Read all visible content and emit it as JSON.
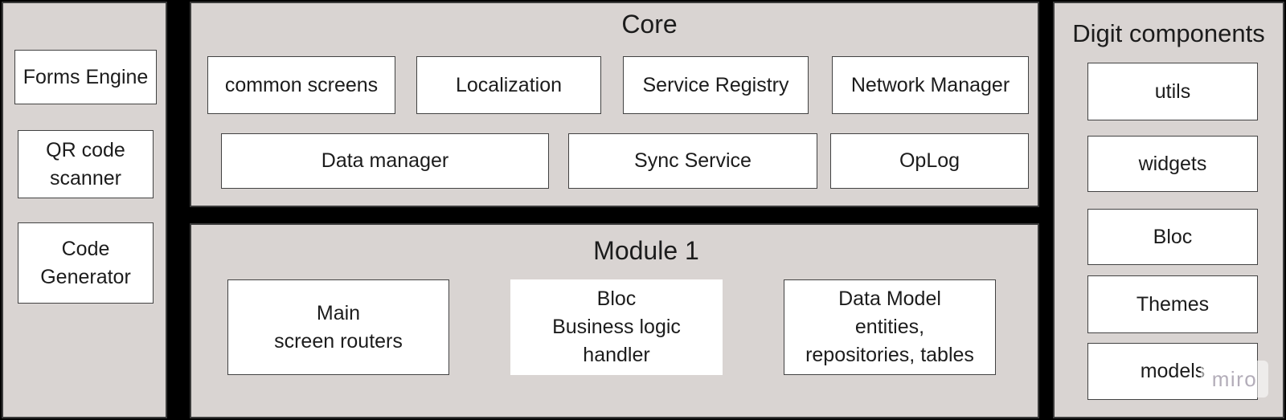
{
  "colors": {
    "canvas_bg": "#000000",
    "panel_bg": "#d9d4d2",
    "box_bg": "#ffffff",
    "box_border": "#424242",
    "panel_border": "#3a3a3a",
    "text": "#1c1c1c",
    "watermark_text": "#b3adb9"
  },
  "left_panel": {
    "items": [
      {
        "label": [
          "Forms Engine"
        ]
      },
      {
        "label": [
          "QR code",
          "scanner"
        ]
      },
      {
        "label": [
          "Code",
          "Generator"
        ]
      }
    ]
  },
  "core_panel": {
    "title": "Core",
    "row1": [
      {
        "label": [
          "common screens"
        ]
      },
      {
        "label": [
          "Localization"
        ]
      },
      {
        "label": [
          "Service Registry"
        ]
      },
      {
        "label": [
          "Network Manager"
        ]
      }
    ],
    "row2": [
      {
        "label": [
          "Data manager"
        ]
      },
      {
        "label": [
          "Sync Service"
        ]
      },
      {
        "label": [
          "OpLog"
        ]
      }
    ]
  },
  "module_panel": {
    "title": "Module 1",
    "items": [
      {
        "label": [
          "Main",
          "screen routers"
        ]
      },
      {
        "label": [
          "Bloc",
          "Business logic",
          "handler"
        ]
      },
      {
        "label": [
          "Data Model",
          "entities,",
          "repositories, tables"
        ]
      }
    ]
  },
  "right_panel": {
    "title": "Digit components",
    "items": [
      {
        "label": [
          "utils"
        ]
      },
      {
        "label": [
          "widgets"
        ]
      },
      {
        "label": [
          "Bloc"
        ]
      },
      {
        "label": [
          "Themes"
        ]
      },
      {
        "label": [
          "models"
        ]
      }
    ]
  },
  "watermark": {
    "label": "miro"
  }
}
